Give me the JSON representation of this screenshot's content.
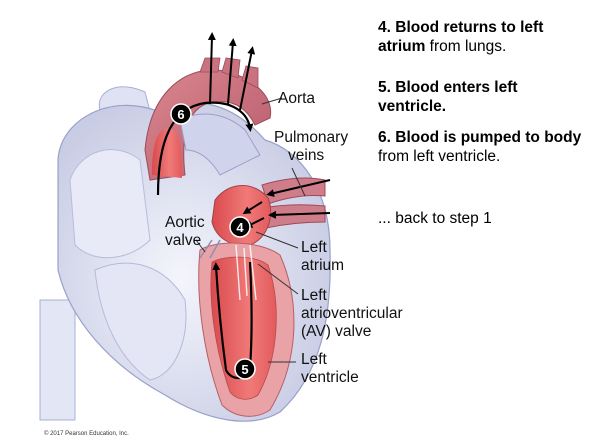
{
  "steps": [
    {
      "number": "4.",
      "bold": "Blood returns to left atrium",
      "rest": " from lungs."
    },
    {
      "number": "5.",
      "bold": "Blood enters left ventricle.",
      "rest": ""
    },
    {
      "number": "6.",
      "bold": "Blood is pumped to body",
      "rest": " from left ventricle."
    }
  ],
  "back_text": "... back to step 1",
  "labels": {
    "aorta": "Aorta",
    "pulmonary_veins": [
      "Pulmonary",
      "veins"
    ],
    "aortic_valve": [
      "Aortic",
      "valve"
    ],
    "left_atrium": [
      "Left",
      "atrium"
    ],
    "av_valve": [
      "Left",
      "atrioventricular",
      "(AV) valve"
    ],
    "left_ventricle": [
      "Left",
      "ventricle"
    ]
  },
  "badges": {
    "step4": "4",
    "step5": "5",
    "step6": "6"
  },
  "copyright": "© 2017 Pearson Education, Inc.",
  "colors": {
    "heart_outer": "#eef0fb",
    "heart_shadow": "#c9cde6",
    "oxygenated_muscle": "#d98a92",
    "chamber_red": "#e8585a",
    "aorta_pink": "#c9707d",
    "arrow": "#000000"
  }
}
